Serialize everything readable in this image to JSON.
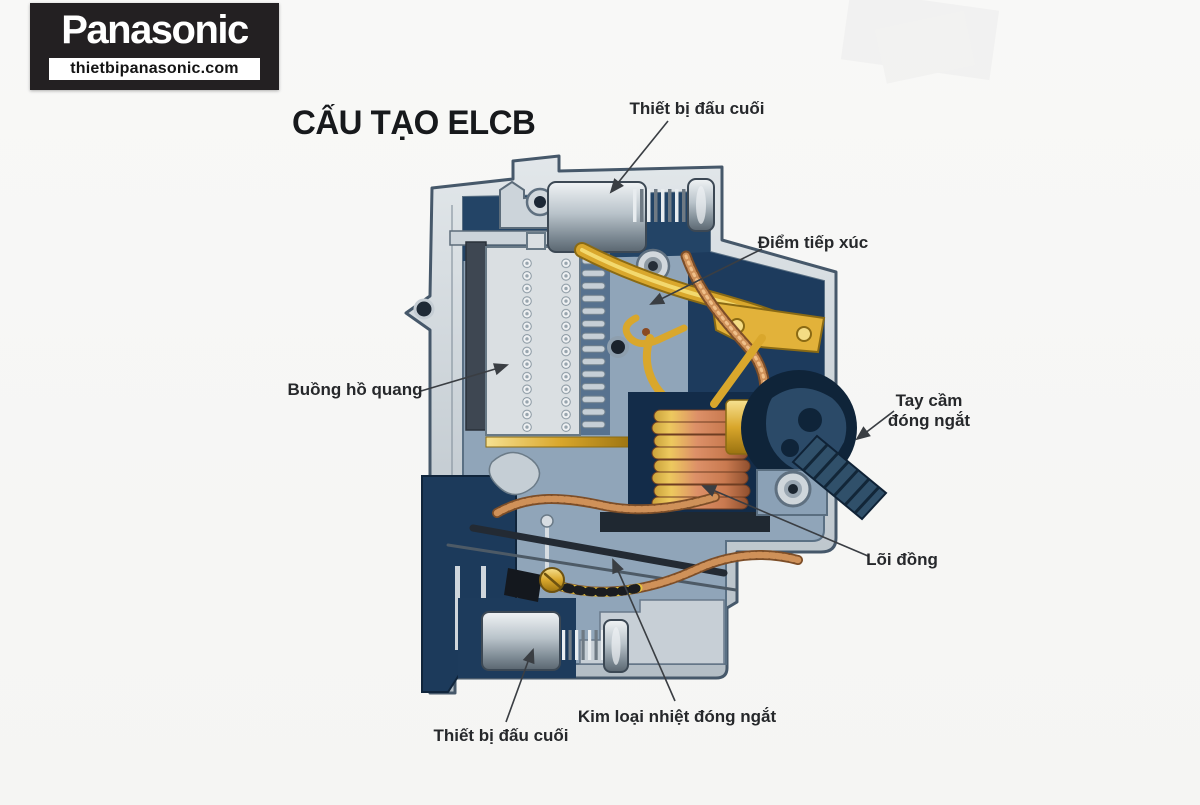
{
  "logo": {
    "brand": "Panasonic",
    "site": "thietbipanasonic.com",
    "bg_color": "#232022",
    "brand_color": "#ffffff",
    "bar_color": "#ffffff"
  },
  "diagram": {
    "title": "CẤU TẠO ELCB",
    "labels": {
      "terminal_top": "Thiết bị đấu cuối",
      "contact_point": "Điểm tiếp xúc",
      "arc_chamber": "Buồng hồ quang",
      "handle_line1": "Tay cầm",
      "handle_line2": "đóng ngắt",
      "copper_core": "Lõi đồng",
      "bimetal": "Kim loại nhiệt đóng ngắt",
      "terminal_bottom": "Thiết bị đấu cuối"
    },
    "colors": {
      "background": "#f7f7f5",
      "label_text": "#26282b",
      "arrow": "#3a3e43",
      "case_frame": "#ccd4da",
      "case_outline": "#46586a",
      "body_navy": "#1d3b5d",
      "interior_blue": "#90a5b9",
      "conductor_gold": "#d9a72c",
      "coil_copper": "#d98a5a",
      "braid_copper": "#a9693a",
      "handle_dark": "#14273c",
      "chrome": "#b9c3ca"
    }
  }
}
